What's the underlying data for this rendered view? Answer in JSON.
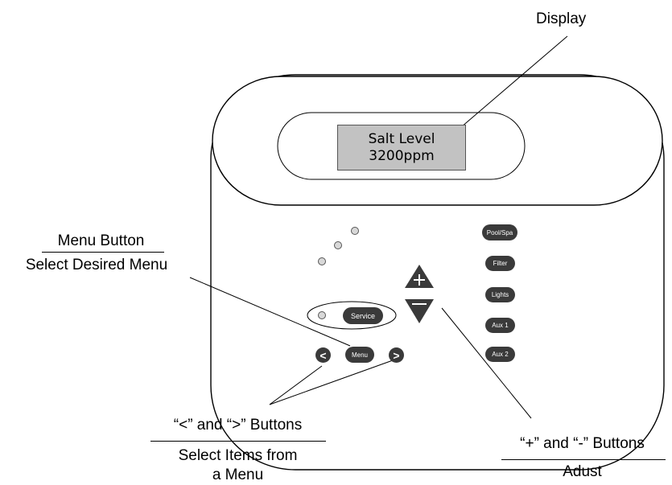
{
  "labels": {
    "display": "Display",
    "menu_button_title": "Menu Button",
    "menu_button_desc": "Select Desired Menu",
    "arrows_title": "“<” and “>” Buttons",
    "arrows_desc_1": "Select Items from",
    "arrows_desc_2": "a Menu",
    "plusminus_title": "“+” and “-” Buttons",
    "plusminus_desc": "Adust"
  },
  "lcd": {
    "line1": "Salt Level",
    "line2": "3200ppm"
  },
  "buttons": {
    "service": "Service",
    "menu": "Menu",
    "pool_spa": "Pool/Spa",
    "filter": "Filter",
    "lights": "Lights",
    "aux1": "Aux 1",
    "aux2": "Aux 2"
  },
  "colors": {
    "button_fill": "#3a3a3a",
    "lcd_fill": "#c2c2c2",
    "outline": "#000000"
  }
}
